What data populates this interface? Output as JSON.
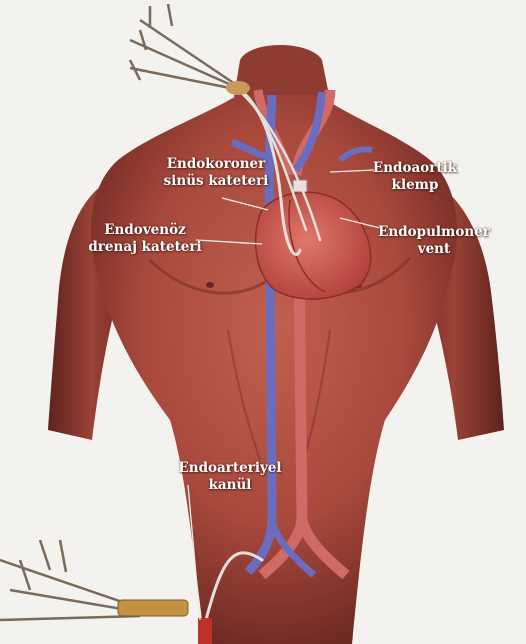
{
  "figure": {
    "labels": [
      {
        "id": "endokoroner",
        "lines": [
          "Endokoroner",
          "sinüs kateteri"
        ]
      },
      {
        "id": "endoaortik",
        "lines": [
          "Endoaortik",
          "klemp"
        ]
      },
      {
        "id": "endovenoz",
        "lines": [
          "Endovenöz",
          "drenaj kateteri"
        ]
      },
      {
        "id": "endopulmoner",
        "lines": [
          "Endopulmoner",
          "vent"
        ]
      },
      {
        "id": "endoarteriyel",
        "lines": [
          "Endoarteriyel",
          "kanül"
        ]
      }
    ]
  },
  "colors": {
    "background": "#f4f2ef",
    "skin": "#a8493c",
    "skin_dark": "#6e2a24",
    "heart": "#c8524a",
    "artery": "#d06a66",
    "vein": "#6a6cc0",
    "label_text": "#ffffff"
  }
}
